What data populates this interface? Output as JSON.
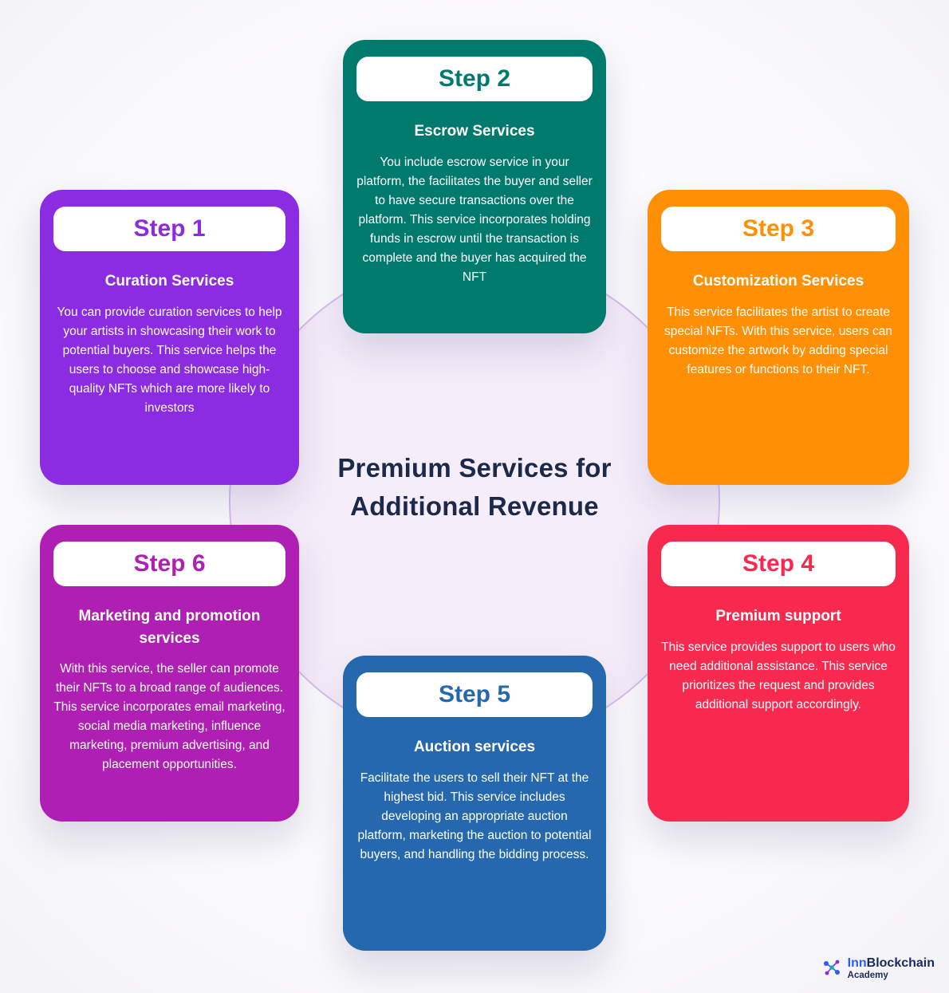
{
  "page": {
    "center_title": "Premium Services for Additional Revenue"
  },
  "colors": {
    "circle_fill": "#f6edfa",
    "circle_stroke": "#d9bcec",
    "title_text": "#1b2a4a"
  },
  "steps": [
    {
      "label": "Step 1",
      "title": "Curation Services",
      "body": "You can provide curation services to help your artists in showcasing their work to potential buyers. This service helps the users to choose and showcase high-quality NFTs which are more likely to investors",
      "color": "#8B2BE2"
    },
    {
      "label": "Step 2",
      "title": "Escrow Services",
      "body": "You include escrow service in your platform, the facilitates the buyer and seller to have secure transactions over the platform. This service incorporates holding funds in escrow until the transaction is complete and the buyer has acquired the NFT",
      "color": "#007A6D"
    },
    {
      "label": "Step 3",
      "title": "Customization Services",
      "body": "This service facilitates the artist to create special NFTs. With this service, users can customize the artwork by adding special features or functions to their NFT.",
      "color": "#FF9005"
    },
    {
      "label": "Step 4",
      "title": "Premium support",
      "body": "This service provides support to users who need additional assistance. This service prioritizes the request and provides additional support accordingly.",
      "color": "#F8294E"
    },
    {
      "label": "Step 5",
      "title": "Auction services",
      "body": "Facilitate the users to sell their NFT at the highest bid. This service includes developing an appropriate auction platform, marketing the auction to potential buyers, and handling the bidding process.",
      "color": "#2568AE"
    },
    {
      "label": "Step 6",
      "title": "Marketing and promotion services",
      "body": "With this service, the seller can promote their NFTs to a broad range of audiences. This service incorporates email marketing, social media marketing, influence marketing, premium advertising, and placement opportunities.",
      "color": "#B01FB4"
    }
  ],
  "logo": {
    "brand_primary": "Inn",
    "brand_secondary": "Blockchain",
    "subtitle": "Academy"
  }
}
